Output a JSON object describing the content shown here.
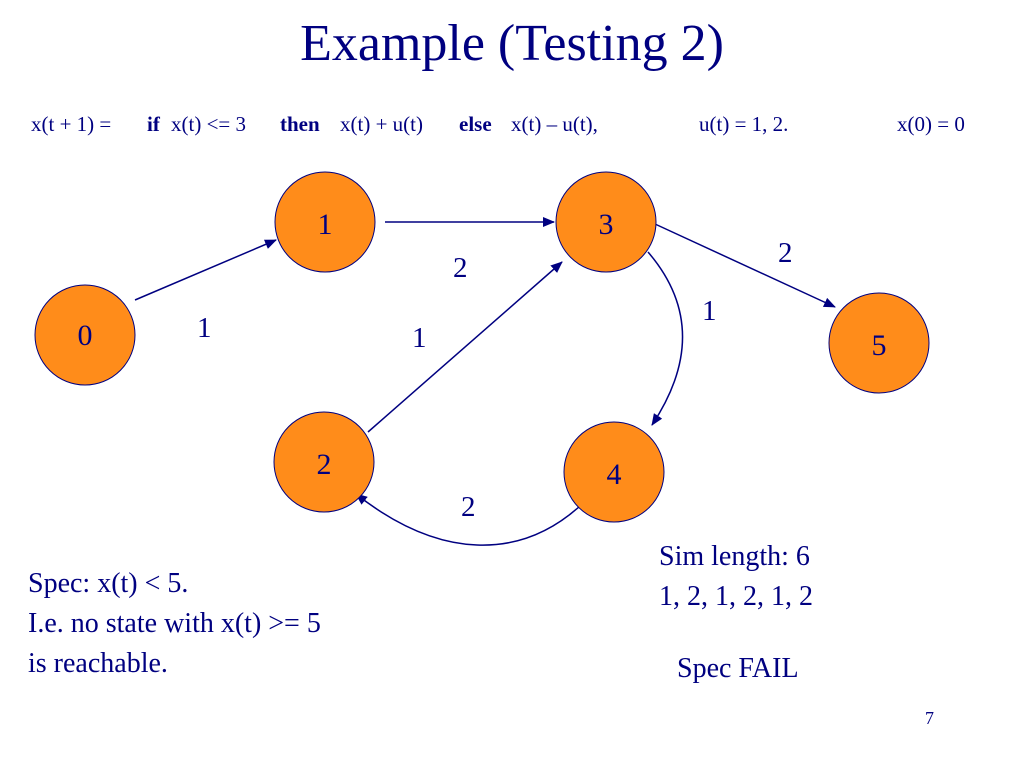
{
  "title": "Example (Testing 2)",
  "formula": {
    "lhs": "x(t + 1) =",
    "kw_if": "if",
    "cond": "x(t) <= 3",
    "kw_then": "then",
    "then_expr": "x(t) + u(t)",
    "kw_else": "else",
    "else_expr": "x(t) – u(t),",
    "inputs": "u(t) = 1, 2.",
    "init": "x(0) = 0"
  },
  "nodes": [
    "0",
    "1",
    "2",
    "3",
    "4",
    "5"
  ],
  "edges": [
    {
      "from": "0",
      "to": "1",
      "label": "1"
    },
    {
      "from": "1",
      "to": "3",
      "label": "2"
    },
    {
      "from": "2",
      "to": "3",
      "label": "1"
    },
    {
      "from": "3",
      "to": "5",
      "label": "2"
    },
    {
      "from": "3",
      "to": "4",
      "label": "1"
    },
    {
      "from": "4",
      "to": "2",
      "label": "2"
    }
  ],
  "spec": {
    "line1": "Spec: x(t) < 5.",
    "line2": "I.e. no state with x(t) >= 5",
    "line3": "is reachable."
  },
  "sim": {
    "line1": "Sim length: 6",
    "line2": "1, 2, 1, 2, 1, 2",
    "result": "Spec FAIL"
  },
  "page_number": "7",
  "colors": {
    "text": "#000080",
    "node_fill": "#ff8c1a",
    "node_stroke": "#000080",
    "node_label": "#1a2a7a",
    "edge": "#000080"
  }
}
